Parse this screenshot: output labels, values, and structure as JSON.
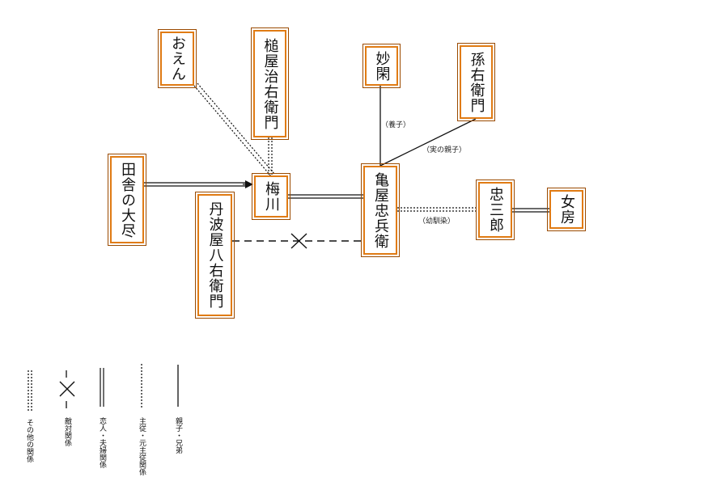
{
  "nodes": {
    "oen": "おえん",
    "tsuchiya": "槌屋治右衛門",
    "myokan": "妙閑",
    "magoemon": "孫右衛門",
    "inaka": "田舎の大尽",
    "umegawa": "梅川",
    "chubei": "亀屋忠兵衛",
    "chuzaburo": "忠三郎",
    "nyobo": "女房",
    "tanbaya": "丹波屋八右衛門"
  },
  "labels": {
    "adopted": "（養子）",
    "birth_father": "（実の親子）",
    "childhood_friend": "（幼馴染）"
  },
  "legend": {
    "other": "その他の関係",
    "hostile": "敵対関係",
    "lovers": "恋人・夫婦関係",
    "master": "主従・元主従関係",
    "family": "親子・兄弟"
  },
  "colors": {
    "box_border": "#e07b14",
    "box_outline": "#9a4a00",
    "line": "#111111"
  }
}
